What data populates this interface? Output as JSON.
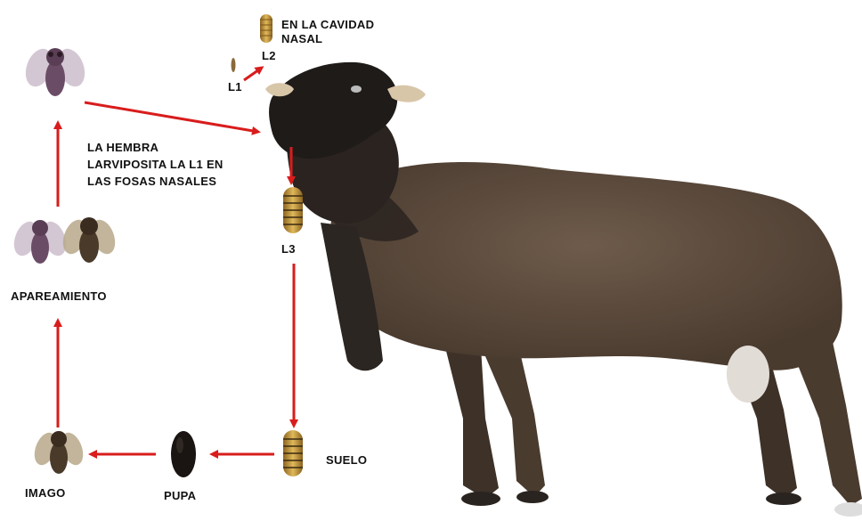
{
  "labels": {
    "nasal_line1": "EN LA CAVIDAD",
    "nasal_line2": "NASAL",
    "l1": "L1",
    "l2": "L2",
    "l3": "L3",
    "larviposita_line1": "LA HEMBRA",
    "larviposita_line2": "LARVIPOSITA LA L1 EN",
    "larviposita_line3": "LAS FOSAS NASALES",
    "apareamiento": "APAREAMIENTO",
    "suelo": "SUELO",
    "imago": "IMAGO",
    "pupa": "PUPA"
  },
  "colors": {
    "arrow": "#d91c1c",
    "sheep_body": "#5b4a3c",
    "sheep_head": "#1e1b19",
    "fly_body": "#4a3a2a",
    "larva": "#c79a3a",
    "pupa": "#1a1412"
  }
}
